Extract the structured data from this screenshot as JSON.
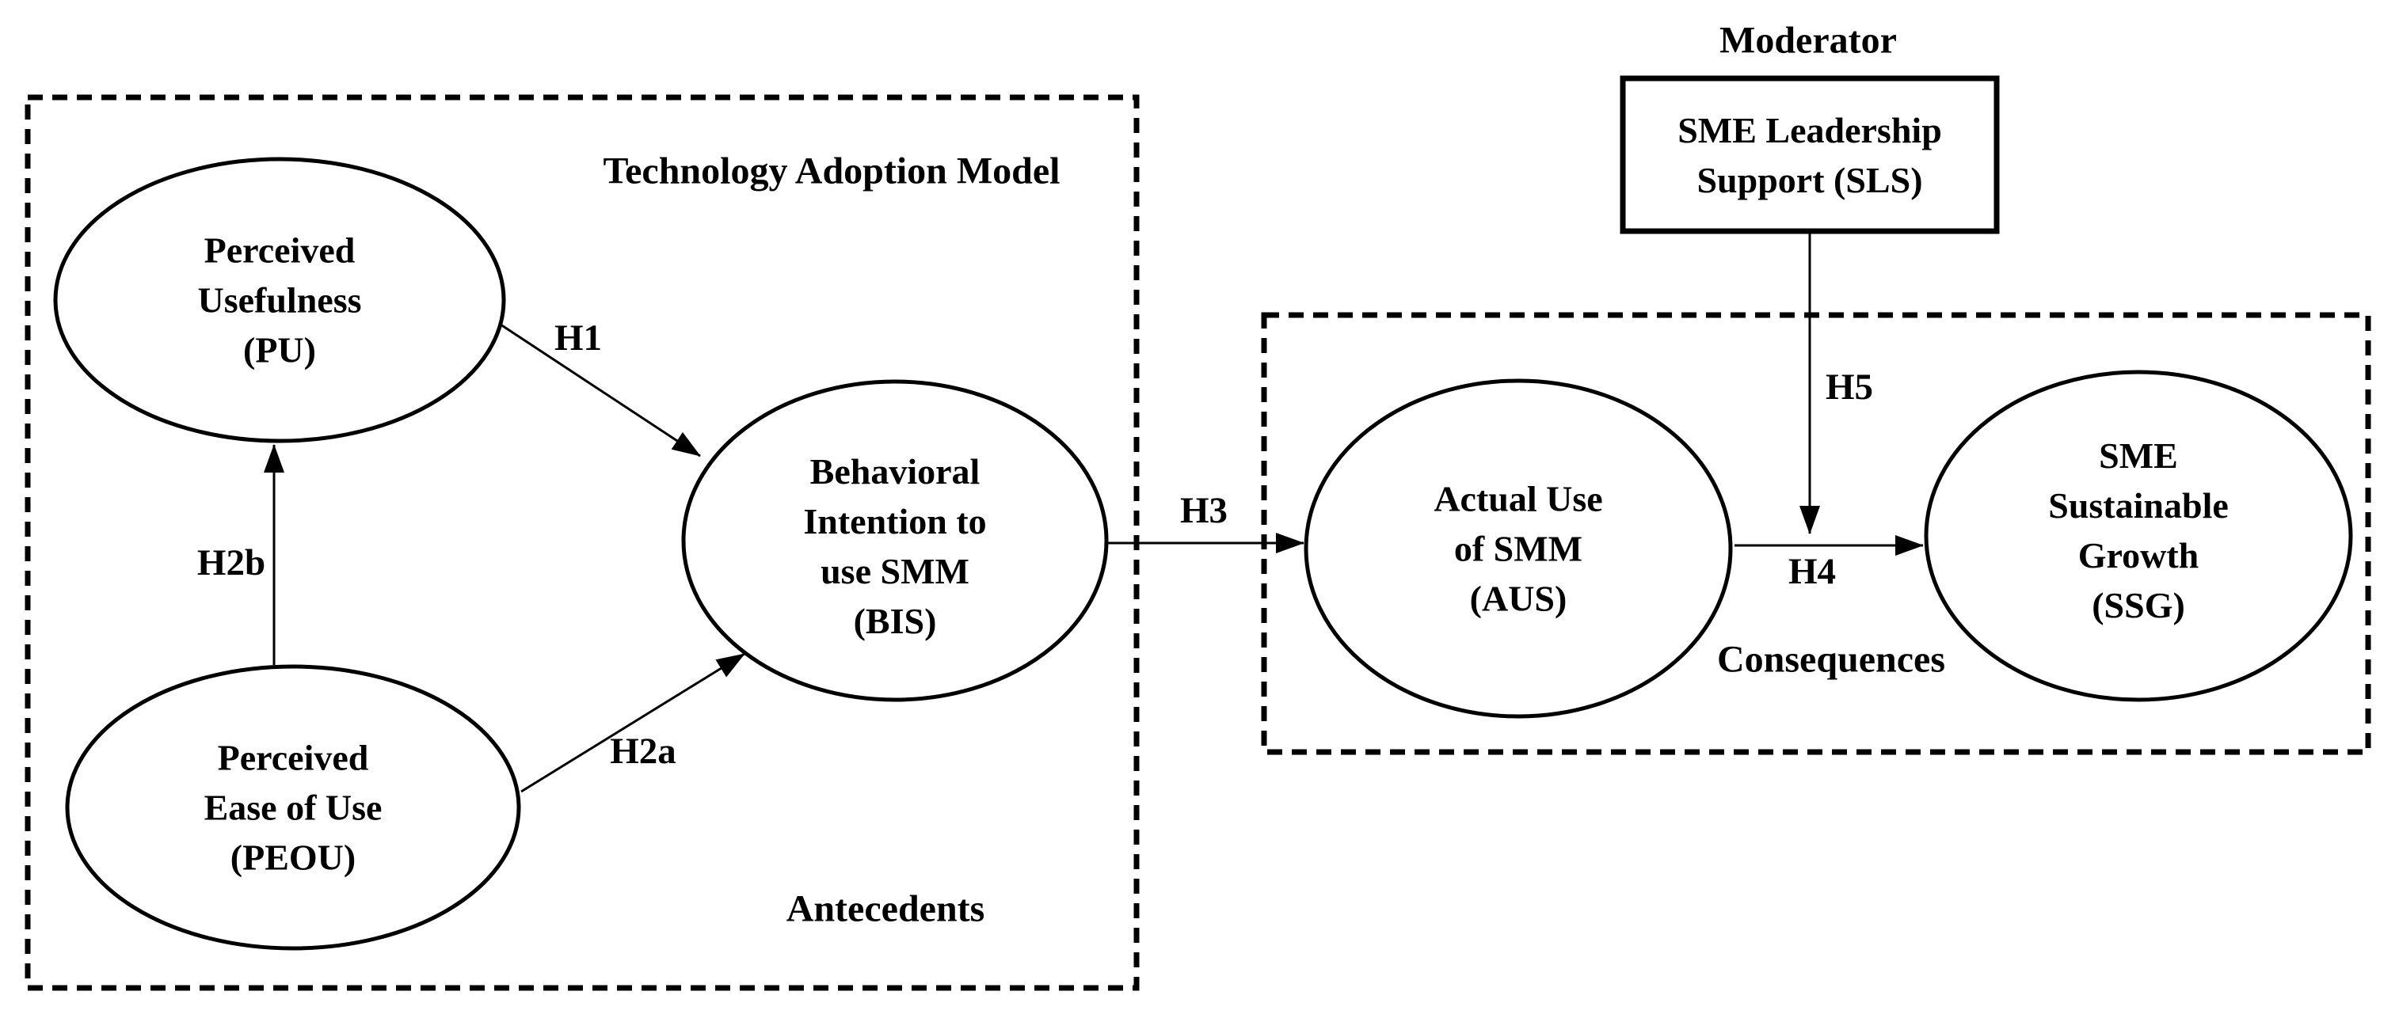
{
  "diagram": {
    "background_color": "#ffffff",
    "stroke_color": "#000000",
    "section_labels": {
      "moderator": "Moderator",
      "technology_adoption_model": "Technology Adoption Model",
      "antecedents": "Antecedents",
      "consequences": "Consequences"
    },
    "nodes": {
      "pu": {
        "lines": [
          "Perceived",
          "Usefulness",
          "(PU)"
        ]
      },
      "peou": {
        "lines": [
          "Perceived",
          "Ease of Use",
          "(PEOU)"
        ]
      },
      "bis": {
        "lines": [
          "Behavioral",
          "Intention to",
          "use SMM",
          "(BIS)"
        ]
      },
      "aus": {
        "lines": [
          "Actual Use",
          "of SMM",
          "(AUS)"
        ]
      },
      "ssg": {
        "lines": [
          "SME",
          "Sustainable",
          "Growth",
          "(SSG)"
        ]
      },
      "sls": {
        "lines": [
          "SME Leadership",
          "Support (SLS)"
        ]
      }
    },
    "hypotheses": {
      "h1": "H1",
      "h2a": "H2a",
      "h2b": "H2b",
      "h3": "H3",
      "h4": "H4",
      "h5": "H5"
    }
  }
}
